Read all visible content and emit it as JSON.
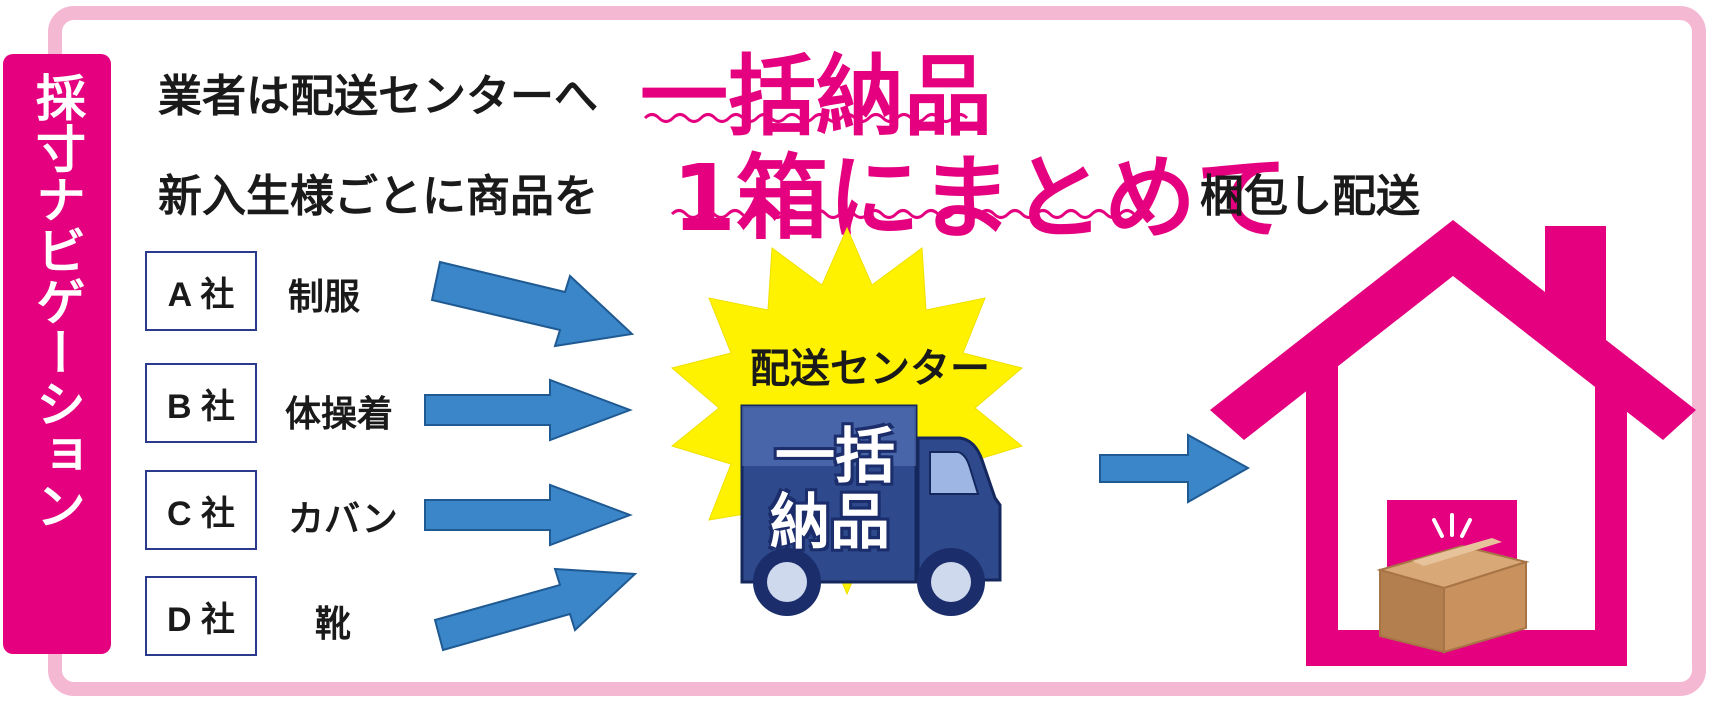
{
  "side_tag": "採寸ナビゲーション",
  "headline": {
    "line1_prefix": "業者は配送センターへ",
    "line1_highlight": "一括納品",
    "line2_prefix": "新入生様ごとに商品を",
    "line2_highlight": "1箱にまとめて",
    "line2_suffix": "梱包し配送"
  },
  "suppliers": [
    {
      "company": "A 社",
      "product": "制服"
    },
    {
      "company": "B 社",
      "product": "体操着"
    },
    {
      "company": "C 社",
      "product": "カバン"
    },
    {
      "company": "D 社",
      "product": "靴"
    }
  ],
  "center": {
    "label": "配送センター",
    "truck_text_top": "一括",
    "truck_text_bottom": "納品"
  },
  "colors": {
    "accent": "#e4007f",
    "frame": "#f5b8d3",
    "arrow": "#3b86c8",
    "burst": "#fff200",
    "truck": "#2e4a8c"
  },
  "icons": [
    "arrow-icon",
    "starburst-icon",
    "truck-icon",
    "house-icon",
    "box-icon"
  ]
}
